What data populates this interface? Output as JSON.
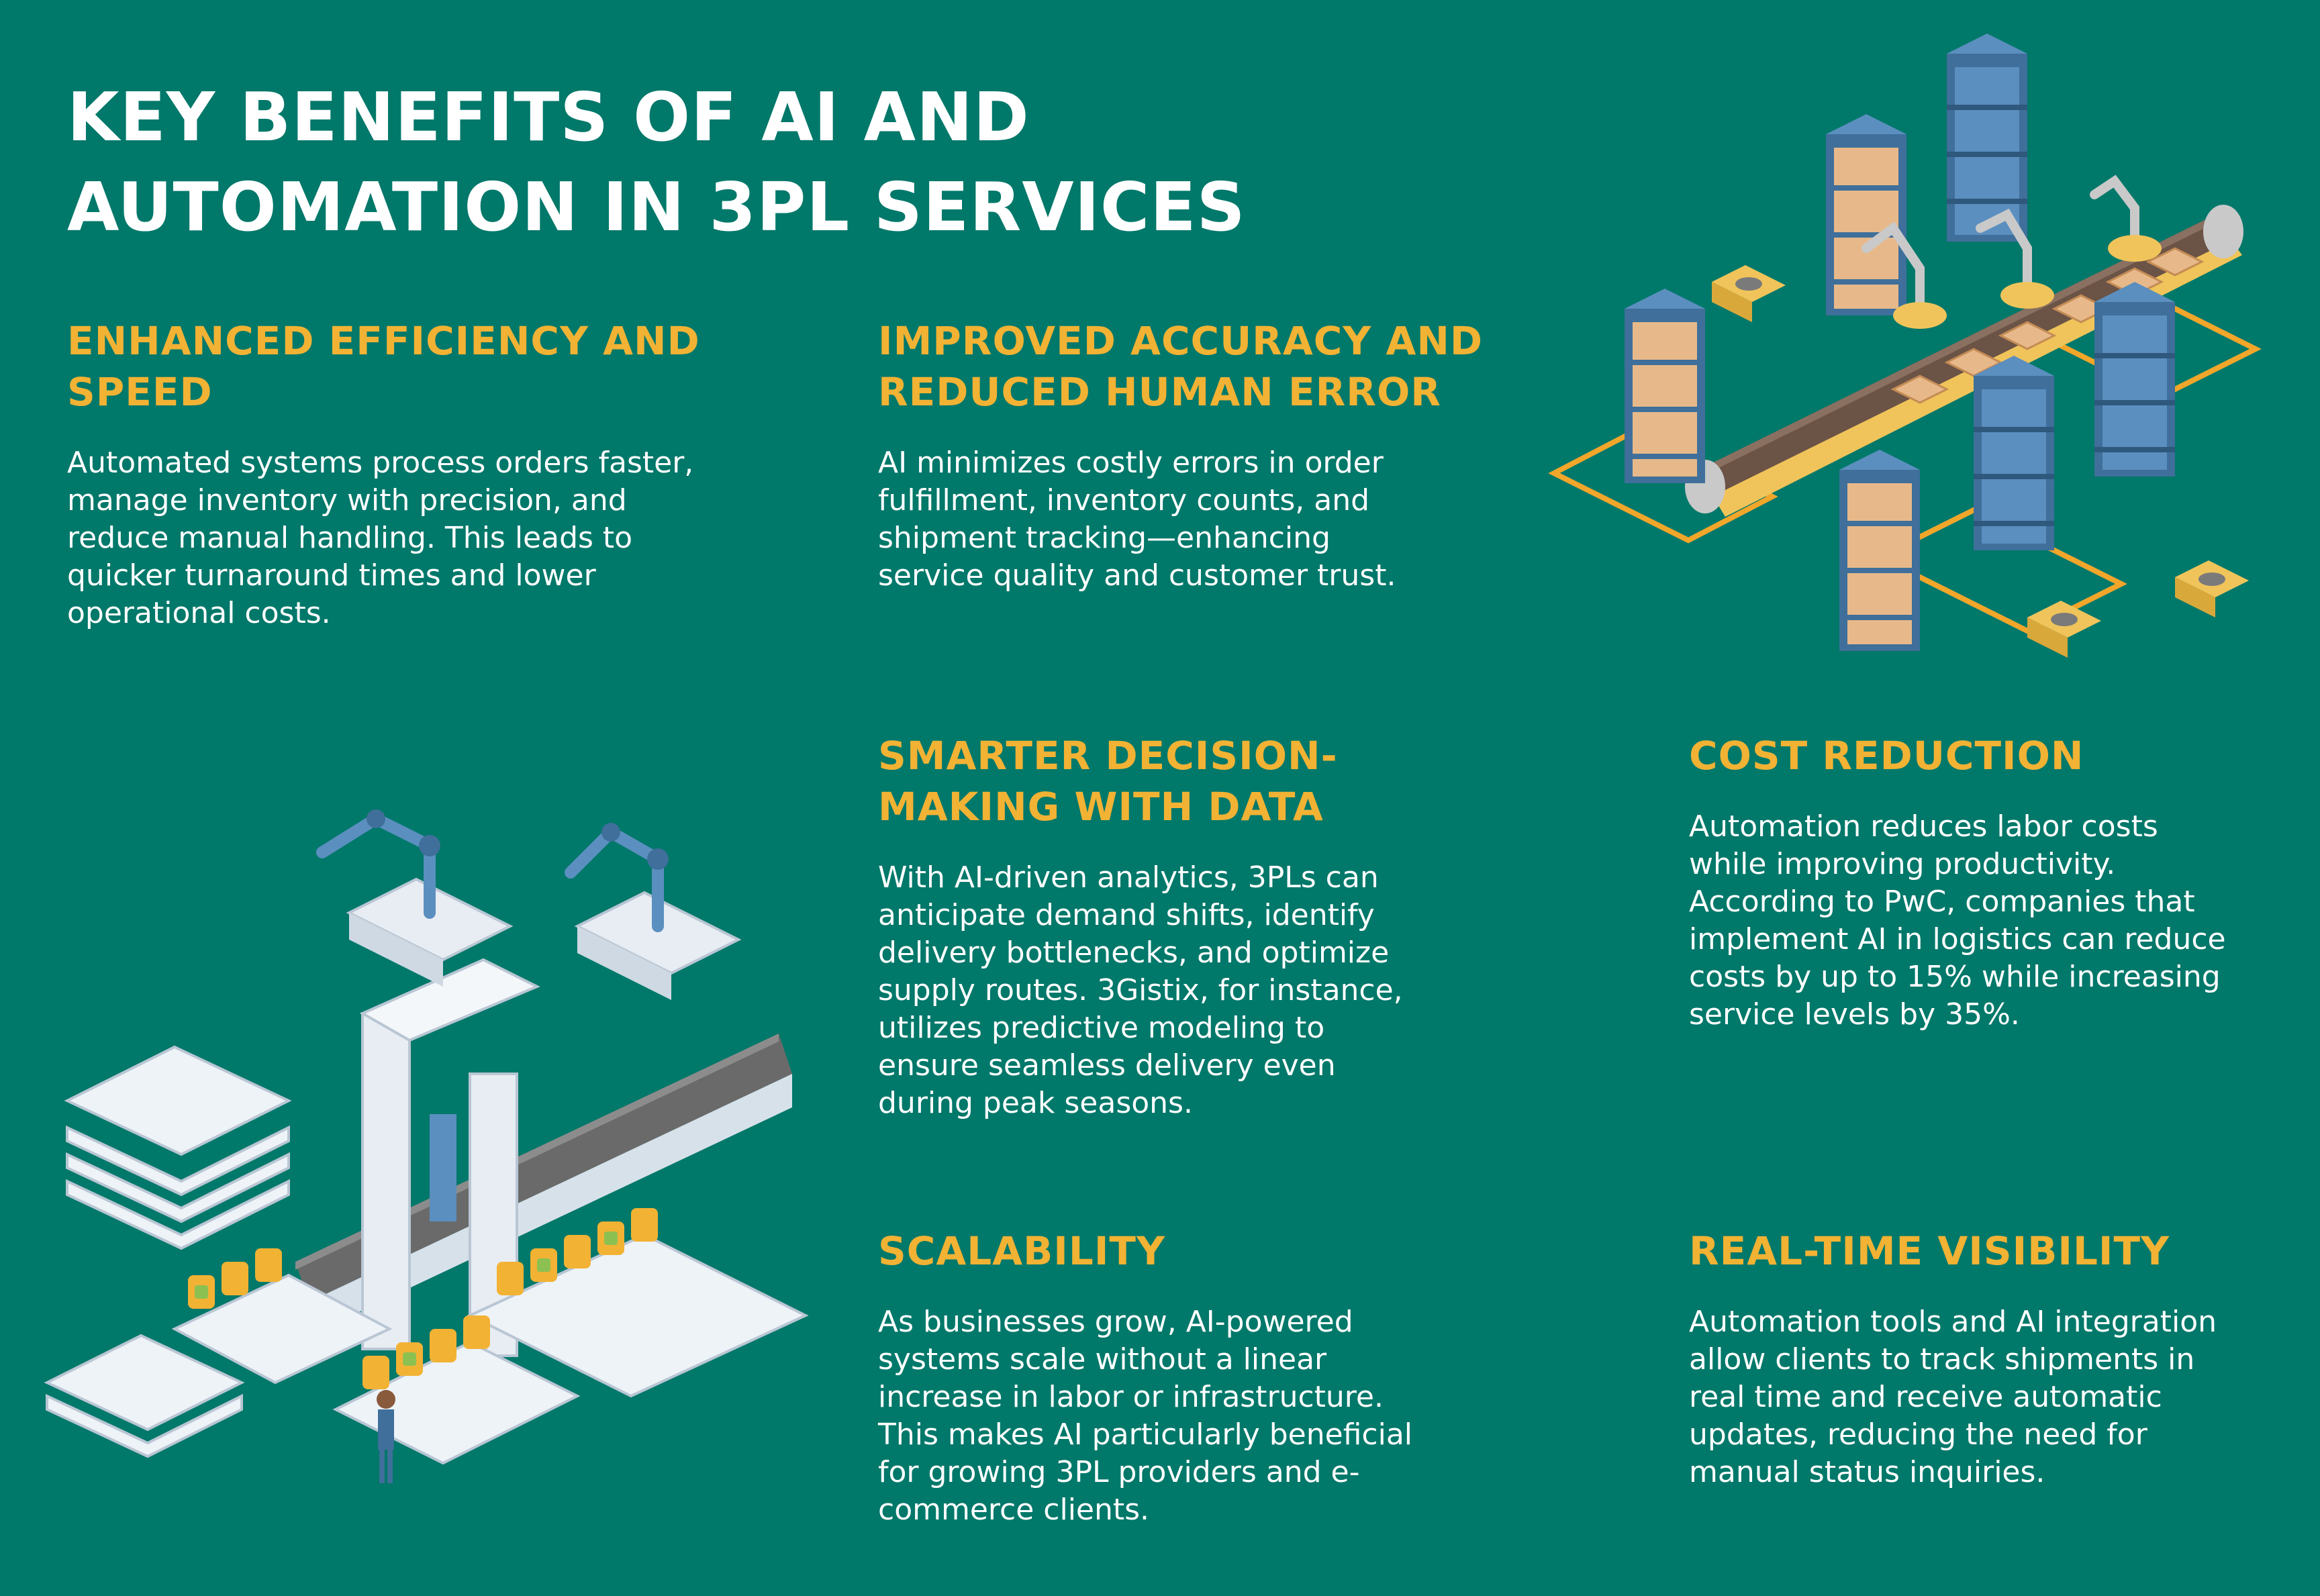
{
  "page": {
    "title_lines": [
      "KEY BENEFITS OF AI AND",
      "AUTOMATION IN 3PL SERVICES"
    ],
    "background_color": "#00786a",
    "accent_color": "#f2b234",
    "text_color": "#ffffff"
  },
  "sections": [
    {
      "heading_lines": [
        "ENHANCED EFFICIENCY AND",
        "SPEED"
      ],
      "body_lines": [
        "Automated systems process orders faster,",
        "manage inventory with precision, and",
        "reduce manual handling. This leads to",
        "quicker turnaround times and lower",
        "operational costs."
      ]
    },
    {
      "heading_lines": [
        "IMPROVED ACCURACY AND",
        "REDUCED HUMAN ERROR"
      ],
      "body_lines": [
        "AI minimizes costly errors in order",
        "fulfillment, inventory counts, and",
        "shipment tracking—enhancing",
        "service quality and customer trust."
      ]
    },
    {
      "heading_lines": [
        "SMARTER DECISION-",
        "MAKING WITH DATA"
      ],
      "body_lines": [
        "With AI-driven analytics, 3PLs can",
        "anticipate demand shifts, identify",
        "delivery bottlenecks, and optimize",
        "supply routes. 3Gistix, for instance,",
        "utilizes predictive modeling to",
        "ensure seamless delivery even",
        "during peak seasons."
      ]
    },
    {
      "heading_lines": [
        "COST REDUCTION"
      ],
      "body_lines": [
        "Automation reduces labor costs",
        "while improving productivity.",
        "According to PwC, companies that",
        "implement AI in logistics can reduce",
        "costs by up to 15% while increasing",
        "service levels by 35%."
      ]
    },
    {
      "heading_lines": [
        "SCALABILITY"
      ],
      "body_lines": [
        "As businesses grow, AI-powered",
        "systems scale without a linear",
        "increase in labor or infrastructure.",
        "This makes AI particularly beneficial",
        "for growing 3PL providers and e-",
        "commerce clients."
      ]
    },
    {
      "heading_lines": [
        "REAL-TIME VISIBILITY"
      ],
      "body_lines": [
        "Automation tools and AI integration",
        "allow clients to track shipments in",
        "real time and receive automatic",
        "updates, reducing the need for",
        "manual status inquiries."
      ]
    }
  ],
  "illustrations": {
    "warehouse": {
      "icon": "warehouse-conveyor-illustration"
    },
    "factory": {
      "icon": "robotic-factory-illustration"
    }
  }
}
